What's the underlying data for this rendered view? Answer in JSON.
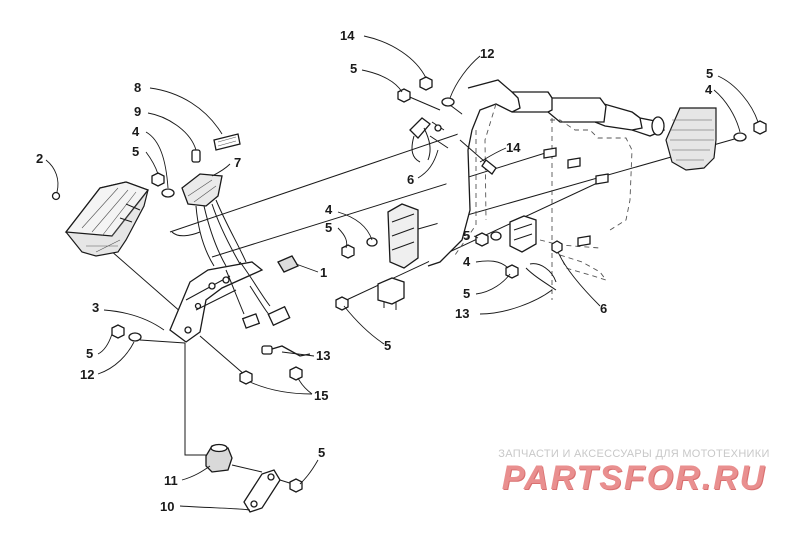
{
  "callouts": [
    {
      "id": "c1",
      "text": "1"
    },
    {
      "id": "c2",
      "text": "2"
    },
    {
      "id": "c3",
      "text": "3"
    },
    {
      "id": "c4a",
      "text": "4"
    },
    {
      "id": "c4b",
      "text": "4"
    },
    {
      "id": "c4c",
      "text": "4"
    },
    {
      "id": "c4d",
      "text": "4"
    },
    {
      "id": "c5a",
      "text": "5"
    },
    {
      "id": "c5b",
      "text": "5"
    },
    {
      "id": "c5c",
      "text": "5"
    },
    {
      "id": "c5d",
      "text": "5"
    },
    {
      "id": "c5e",
      "text": "5"
    },
    {
      "id": "c5f",
      "text": "5"
    },
    {
      "id": "c5g",
      "text": "5"
    },
    {
      "id": "c5h",
      "text": "5"
    },
    {
      "id": "c5i",
      "text": "5"
    },
    {
      "id": "c6a",
      "text": "6"
    },
    {
      "id": "c6b",
      "text": "6"
    },
    {
      "id": "c7",
      "text": "7"
    },
    {
      "id": "c8",
      "text": "8"
    },
    {
      "id": "c9",
      "text": "9"
    },
    {
      "id": "c10",
      "text": "10"
    },
    {
      "id": "c11",
      "text": "11"
    },
    {
      "id": "c12a",
      "text": "12"
    },
    {
      "id": "c12b",
      "text": "12"
    },
    {
      "id": "c13a",
      "text": "13"
    },
    {
      "id": "c13b",
      "text": "13"
    },
    {
      "id": "c14a",
      "text": "14"
    },
    {
      "id": "c14b",
      "text": "14"
    },
    {
      "id": "c15",
      "text": "15"
    }
  ],
  "watermark": {
    "subtitle": "ЗАПЧАСТИ И АКСЕССУАРЫ ДЛЯ МОТОТЕХНИКИ",
    "brand": "PARTSFOR.RU",
    "brand_color": "#e98f8f"
  }
}
